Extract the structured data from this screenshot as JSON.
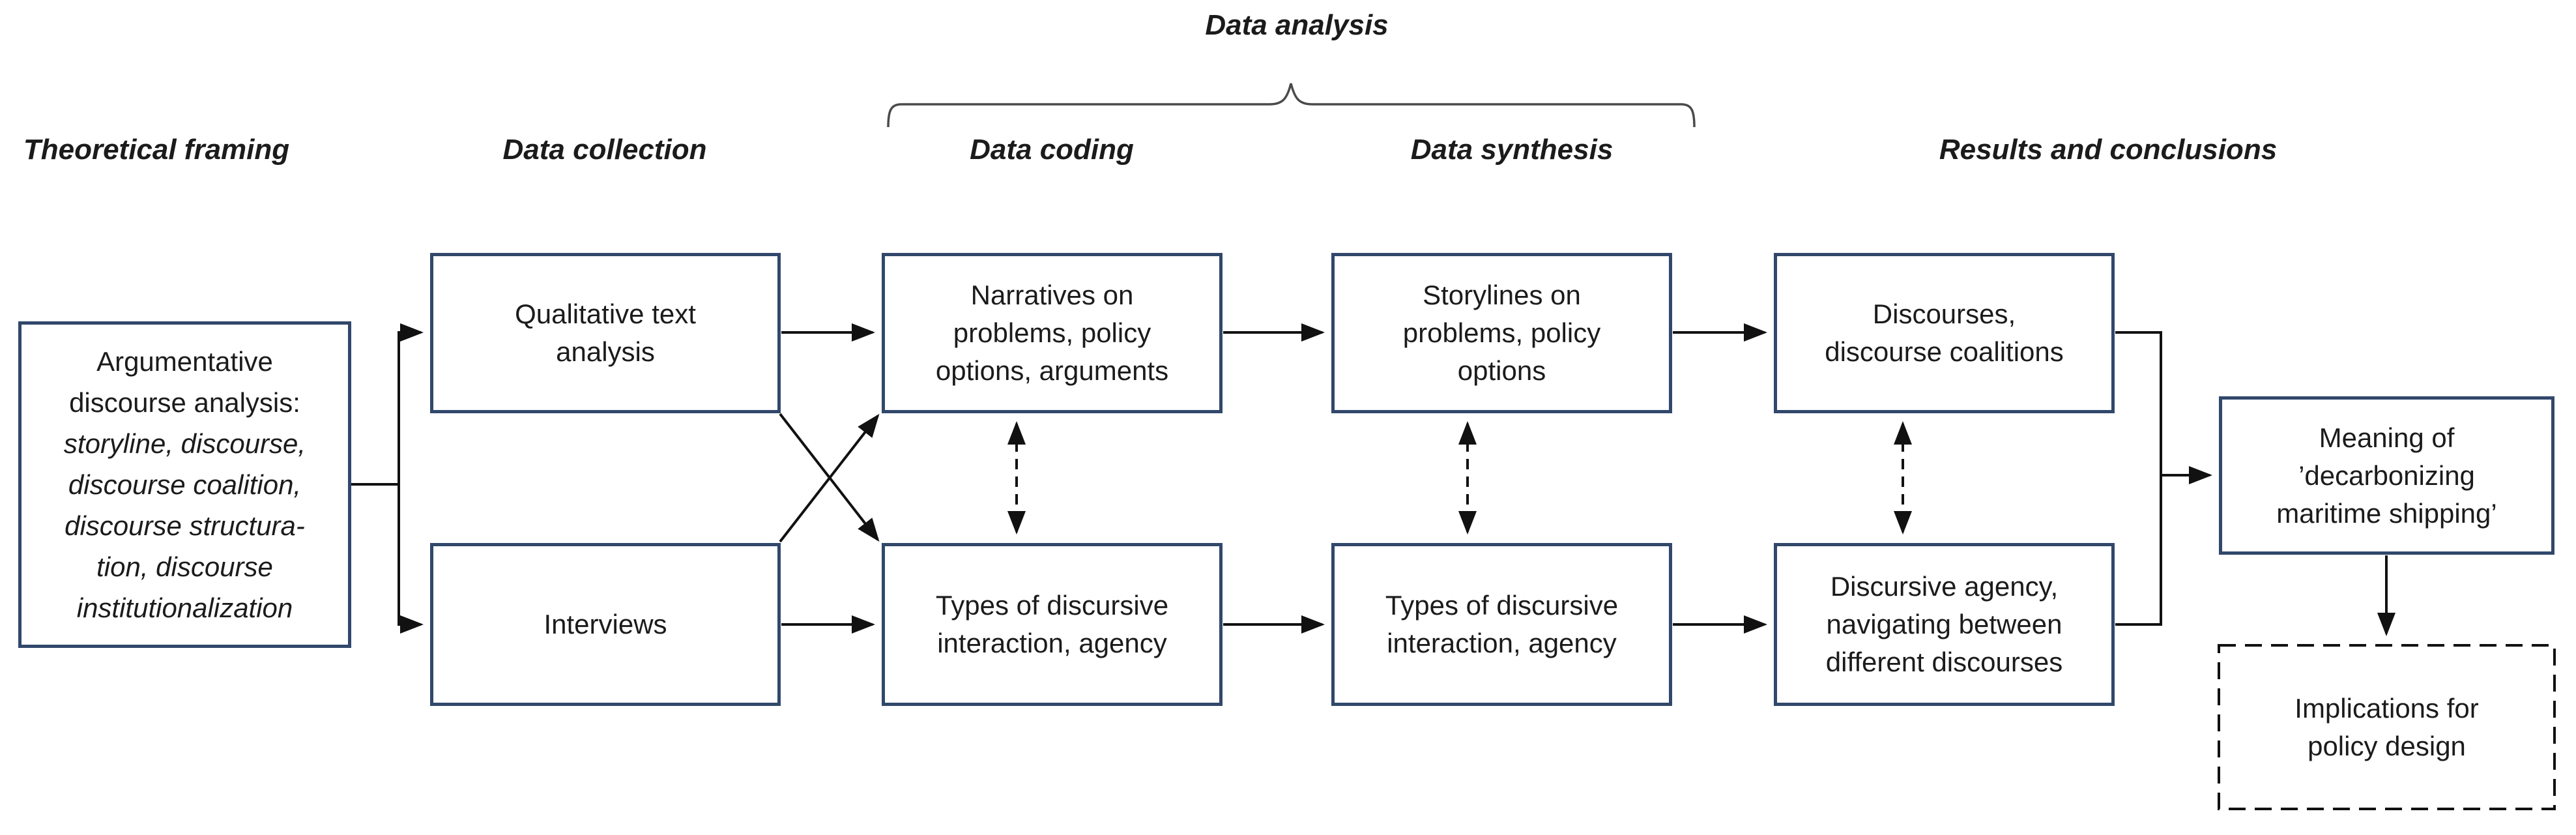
{
  "headers": {
    "data_analysis": "Data analysis",
    "theoretical_framing": "Theoretical framing",
    "data_collection": "Data collection",
    "data_coding": "Data coding",
    "data_synthesis": "Data synthesis",
    "results_conclusions": "Results and conclusions"
  },
  "boxes": {
    "theory_regular": [
      "Argumentative",
      "discourse analysis:"
    ],
    "theory_italic": [
      "storyline, discourse,",
      "discourse coalition,",
      "discourse structura-",
      "tion, discourse",
      "institutionalization"
    ],
    "qualitative": [
      "Qualitative text",
      "analysis"
    ],
    "interviews": [
      "Interviews"
    ],
    "narratives": [
      "Narratives on",
      "problems, policy",
      "options, arguments"
    ],
    "types_coding": [
      "Types of discursive",
      "interaction, agency"
    ],
    "storylines": [
      "Storylines on",
      "problems, policy",
      "options"
    ],
    "types_synthesis": [
      "Types of discursive",
      "interaction, agency"
    ],
    "discourses": [
      "Discourses,",
      "discourse coalitions"
    ],
    "discursive_agency": [
      "Discursive agency,",
      "navigating between",
      "different discourses"
    ],
    "meaning": [
      "Meaning of",
      "’decarbonizing",
      "maritime shipping’"
    ],
    "implications": [
      "Implications for",
      "policy design"
    ]
  },
  "colors": {
    "box_border": "#31486b",
    "arrow": "#111111",
    "text": "#1b1b1b",
    "brace": "#4a4a4a",
    "background": "#ffffff"
  }
}
